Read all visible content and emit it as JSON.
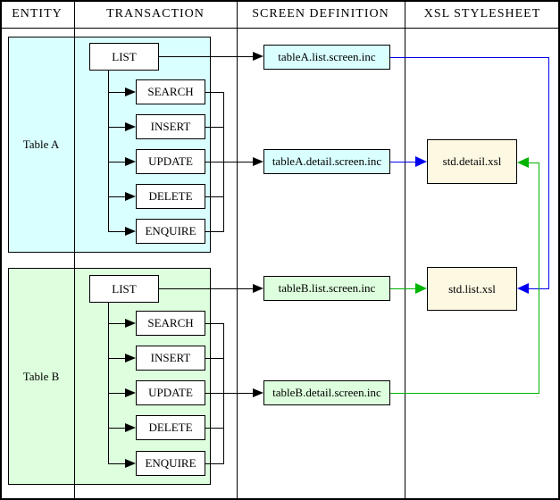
{
  "columns": {
    "entity": "ENTITY",
    "transaction": "TRANSACTION",
    "screen_definition": "SCREEN DEFINITION",
    "xsl_stylesheet": "XSL STYLESHEET"
  },
  "entities": [
    {
      "name": "Table A",
      "list_transaction": "LIST",
      "detail_transactions": [
        "SEARCH",
        "INSERT",
        "UPDATE",
        "DELETE",
        "ENQUIRE"
      ],
      "screens": {
        "list": "tableA.list.screen.inc",
        "detail": "tableA.detail.screen.inc"
      }
    },
    {
      "name": "Table B",
      "list_transaction": "LIST",
      "detail_transactions": [
        "SEARCH",
        "INSERT",
        "UPDATE",
        "DELETE",
        "ENQUIRE"
      ],
      "screens": {
        "list": "tableB.list.screen.inc",
        "detail": "tableB.detail.screen.inc"
      }
    }
  ],
  "stylesheets": {
    "detail": "std.detail.xsl",
    "list": "std.list.xsl"
  },
  "colors": {
    "table_a_fill": "#d9ffff",
    "table_b_fill": "#ddffdd",
    "stylesheet_fill": "#fdf8e2",
    "link_blue": "#0000ee",
    "link_green": "#00b400",
    "line_black": "#000000"
  },
  "connections": [
    {
      "from": "Table A LIST",
      "to": "tableA.list.screen.inc",
      "color": "black"
    },
    {
      "from": "Table A SEARCH/INSERT/UPDATE/DELETE/ENQUIRE",
      "to": "tableA.detail.screen.inc",
      "color": "black"
    },
    {
      "from": "tableA.list.screen.inc",
      "to": "std.list.xsl",
      "color": "blue"
    },
    {
      "from": "tableA.detail.screen.inc",
      "to": "std.detail.xsl",
      "color": "blue"
    },
    {
      "from": "Table B LIST",
      "to": "tableB.list.screen.inc",
      "color": "black"
    },
    {
      "from": "Table B SEARCH/INSERT/UPDATE/DELETE/ENQUIRE",
      "to": "tableB.detail.screen.inc",
      "color": "black"
    },
    {
      "from": "tableB.list.screen.inc",
      "to": "std.list.xsl",
      "color": "green"
    },
    {
      "from": "tableB.detail.screen.inc",
      "to": "std.detail.xsl",
      "color": "green"
    }
  ]
}
